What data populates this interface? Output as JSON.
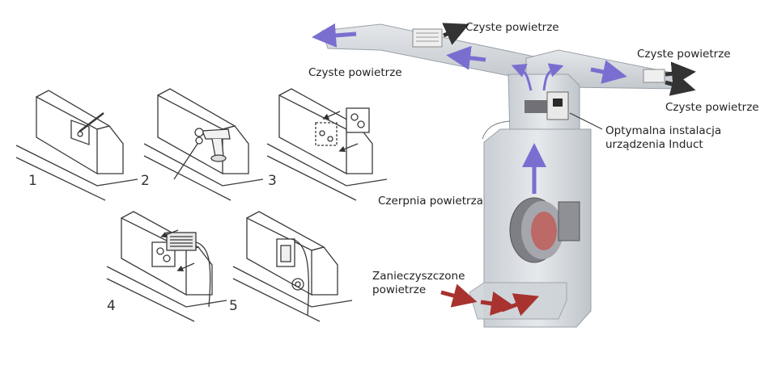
{
  "steps": [
    "1",
    "2",
    "3",
    "4",
    "5"
  ],
  "labels": {
    "clean_air_top": "Czyste powietrze",
    "clean_air_right_top": "Czyste powietrze",
    "clean_air_left": "Czyste powietrze",
    "clean_air_right_bottom": "Czyste powietrze",
    "optimal_install_line1": "Optymalna instalacja",
    "optimal_install_line2": "urządzenia Induct",
    "air_intake": "Czerpnia powietrza",
    "polluted_line1": "Zanieczyszczone",
    "polluted_line2": "powietrze"
  },
  "colors": {
    "duct_fill": "#d9dde2",
    "duct_stroke": "#9aa1a9",
    "arrow_blue": "#7a6fd0",
    "arrow_red": "#a8322e",
    "line": "#3a3a3a"
  }
}
